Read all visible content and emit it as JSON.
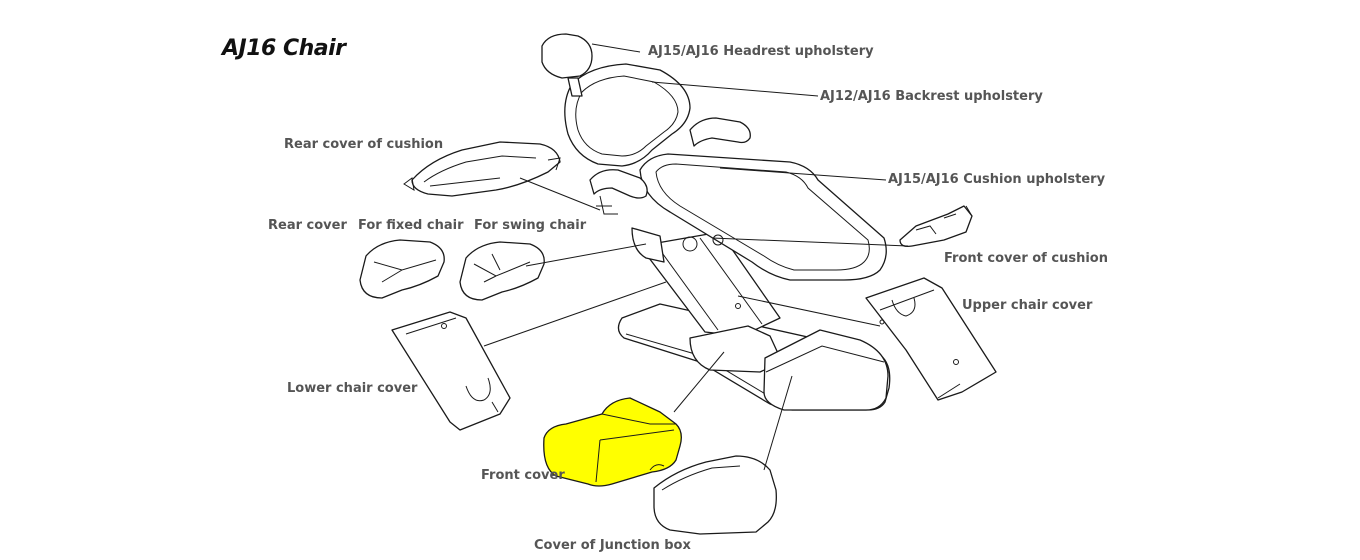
{
  "title": "AJ16 Chair",
  "highlight_color": "#ffff00",
  "labels": {
    "headrest": "AJ15/AJ16 Headrest upholstery",
    "backrest": "AJ12/AJ16 Backrest upholstery",
    "rear_cover_cushion": "Rear cover of cushion",
    "cushion": "AJ15/AJ16 Cushion upholstery",
    "rear_cover": "Rear cover",
    "fixed_chair": "For fixed chair",
    "swing_chair": "For swing chair",
    "front_cover_cushion": "Front cover of cushion",
    "upper_chair_cover": "Upper chair cover",
    "lower_chair_cover": "Lower chair cover",
    "front_cover": "Front cover",
    "junction_box": "Cover of Junction box"
  }
}
